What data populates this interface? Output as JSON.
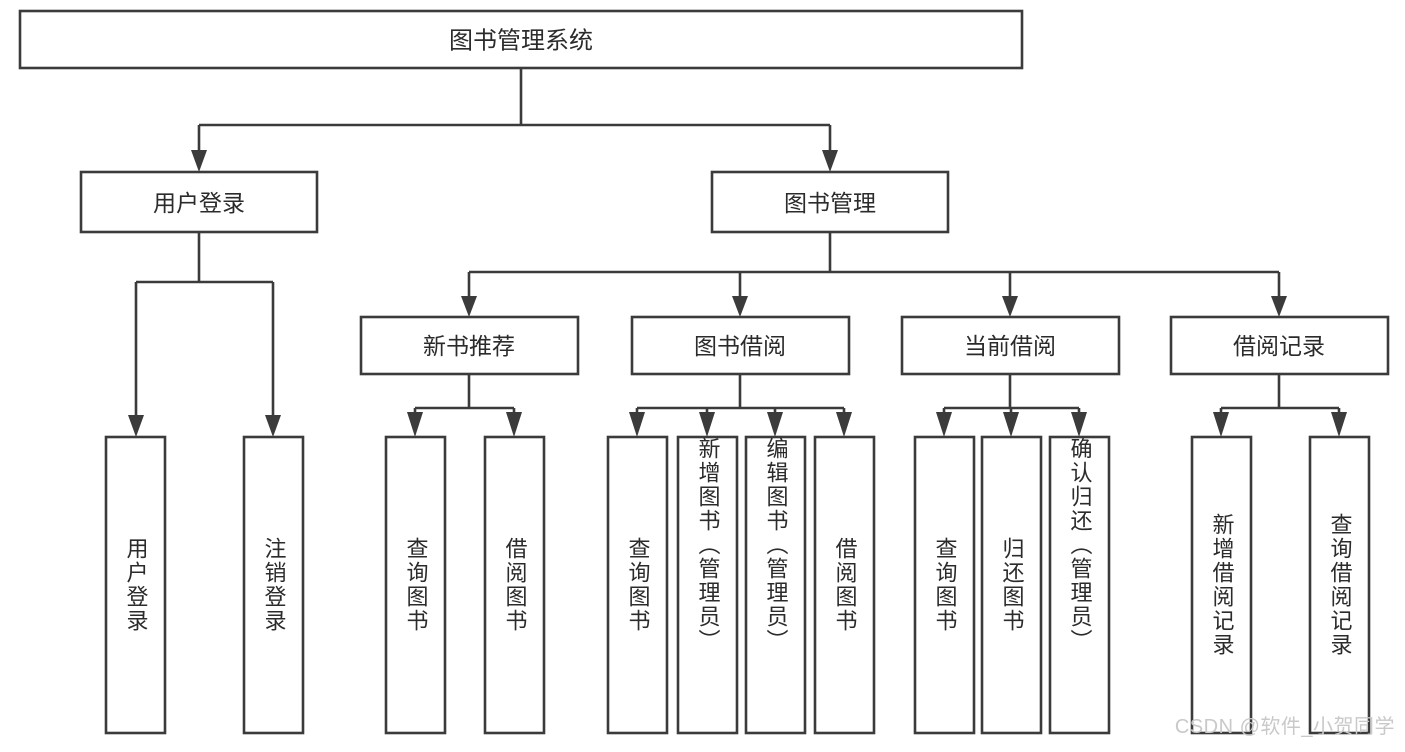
{
  "diagram": {
    "type": "hierarchy-tree",
    "title": "图书管理系统",
    "root": {
      "label": "图书管理系统"
    },
    "level2": [
      {
        "label": "用户登录"
      },
      {
        "label": "图书管理"
      }
    ],
    "level3": [
      {
        "label": "新书推荐"
      },
      {
        "label": "图书借阅"
      },
      {
        "label": "当前借阅"
      },
      {
        "label": "借阅记录"
      }
    ],
    "leaves": {
      "user_login": [
        {
          "label": "用户登录"
        },
        {
          "label": "注销登录"
        }
      ],
      "new_book_recommend": [
        {
          "label": "查询图书"
        },
        {
          "label": "借阅图书"
        }
      ],
      "book_borrow": [
        {
          "label": "查询图书"
        },
        {
          "label": "新增图书（管理员）"
        },
        {
          "label": "编辑图书（管理员）"
        },
        {
          "label": "借阅图书"
        }
      ],
      "current_borrow": [
        {
          "label": "查询图书"
        },
        {
          "label": "归还图书"
        },
        {
          "label": "确认归还（管理员）"
        }
      ],
      "borrow_record": [
        {
          "label": "新增借阅记录"
        },
        {
          "label": "查询借阅记录"
        }
      ]
    }
  },
  "watermark": {
    "text": "CSDN @软件_小贺同学"
  },
  "colors": {
    "box_stroke": "#3b3b3b",
    "box_fill": "#ffffff",
    "text": "#2b2b2b",
    "background": "#ffffff",
    "watermark": "#c9c9c9"
  }
}
